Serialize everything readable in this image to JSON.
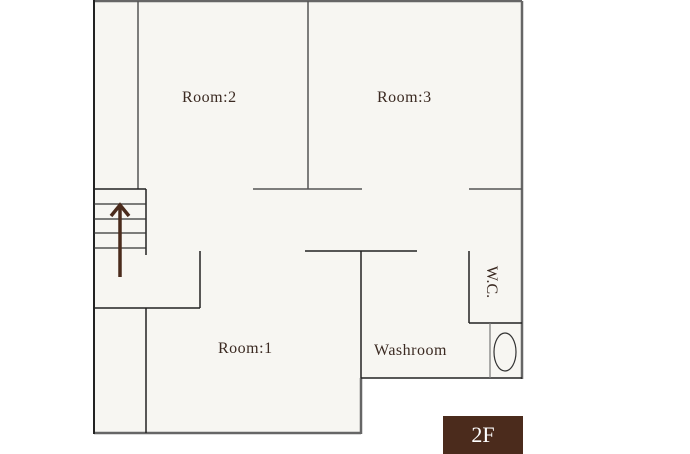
{
  "floor_plan": {
    "floor": "2F",
    "colors": {
      "floor_fill": "#f7f6f2",
      "wall_outer": "#666666",
      "wall_inner": "#333333",
      "text": "#3b2a22",
      "badge_bg": "#4b2b1c",
      "badge_text": "#ffffff",
      "stair_arrow": "#4b2b1c"
    },
    "rooms": [
      {
        "id": "room-1",
        "label": "Room:1"
      },
      {
        "id": "room-2",
        "label": "Room:2"
      },
      {
        "id": "room-3",
        "label": "Room:3"
      },
      {
        "id": "washroom",
        "label": "Washroom"
      },
      {
        "id": "wc",
        "label": "W.C."
      }
    ],
    "stairs": {
      "direction": "up",
      "steps": 5
    }
  }
}
